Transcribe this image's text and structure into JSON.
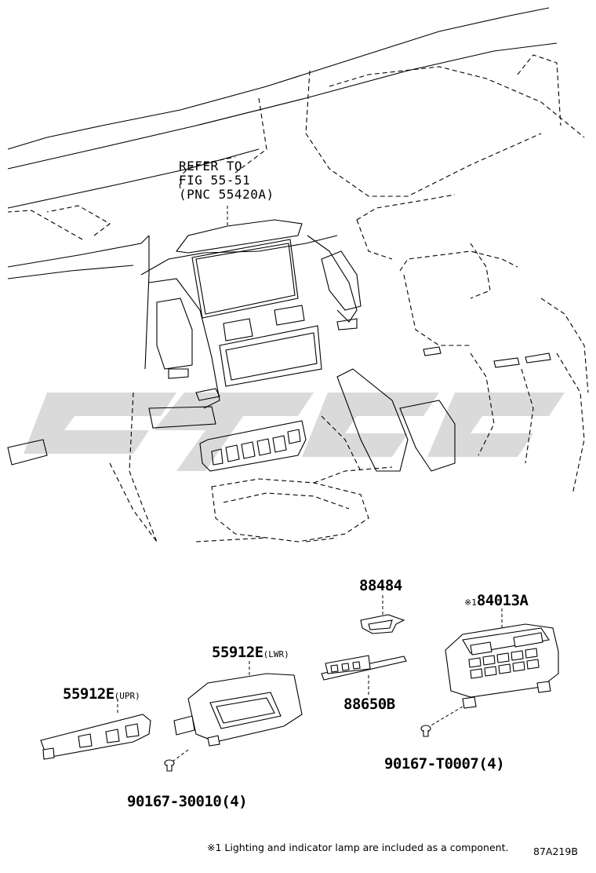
{
  "reference": {
    "line1": "REFER TO",
    "line2": "FIG 55-51",
    "line3": "(PNC 55420A)"
  },
  "parts": {
    "p88484": "88484",
    "p84013A_prefix": "※1",
    "p84013A": "84013A",
    "p55912E_lwr": "55912E",
    "p55912E_lwr_suffix": "(LWR)",
    "p88650B": "88650B",
    "p55912E_upr": "55912E",
    "p55912E_upr_suffix": "(UPR)",
    "p90167T0007": "90167-T0007(4)",
    "p9016730010": "90167-30010(4)"
  },
  "footnote": "※1 Lighting and indicator lamp are included as a component.",
  "figure_code": "87A219B",
  "watermark": "GGSC"
}
